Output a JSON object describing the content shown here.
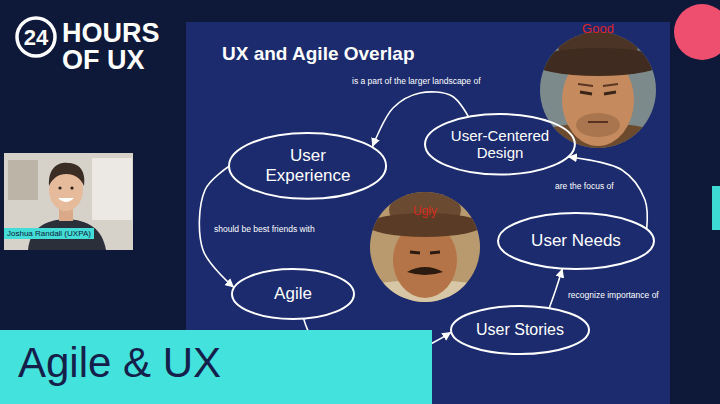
{
  "diagram": {
    "title": "UX and Agile Overlap",
    "nodes": [
      {
        "text": [
          "User Experience"
        ]
      },
      {
        "text": [
          "User-Centered Design"
        ]
      },
      {
        "text": [
          "User Needs"
        ]
      },
      {
        "text": [
          "Agile"
        ]
      },
      {
        "text": [
          "User Stories"
        ]
      }
    ],
    "edges": [
      {
        "from": 1,
        "to": 0,
        "label": "is a part of the larger landscape of",
        "arrow": "to"
      },
      {
        "from": 0,
        "to": 3,
        "label": "should be best friends with",
        "arrow": "to"
      },
      {
        "from": 3,
        "to": 4,
        "arrow": "to"
      },
      {
        "from": 4,
        "to": 2,
        "label": "recognize importance of",
        "arrow": "to"
      },
      {
        "from": 2,
        "to": 1,
        "label": "are the focus of",
        "arrow": "to"
      }
    ],
    "labels": [
      "24",
      "HOURS OF UX",
      "Good",
      "Joshua Randall (UXPA)",
      "Ugly",
      "Agile & UX"
    ]
  }
}
